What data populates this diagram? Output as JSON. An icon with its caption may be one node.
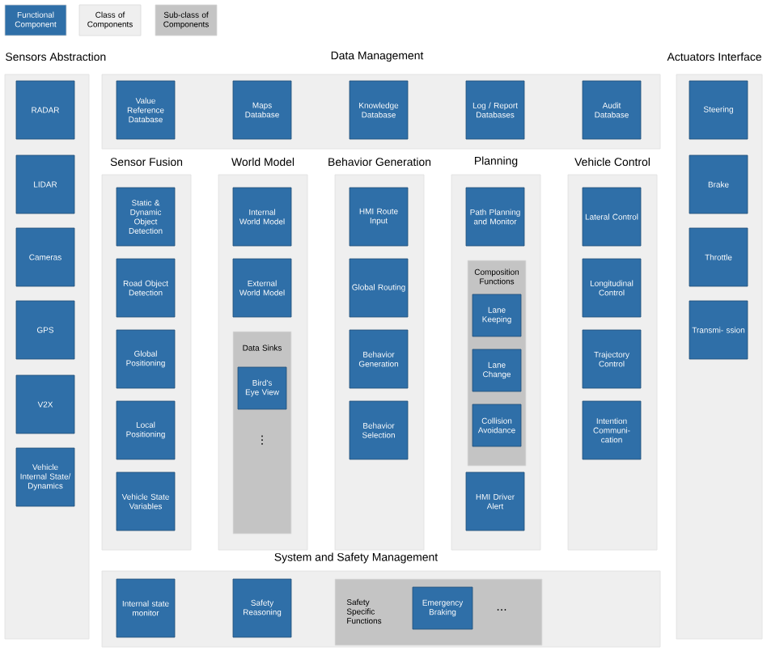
{
  "diagram": {
    "nodes": [
      {
        "text": [
          "Sensors Abstraction"
        ]
      },
      {
        "text": [
          "RADAR"
        ],
        "in": 0
      },
      {
        "text": [
          "LIDAR"
        ],
        "in": 0
      },
      {
        "text": [
          "Cameras"
        ],
        "in": 0
      },
      {
        "text": [
          "GPS"
        ],
        "in": 0
      },
      {
        "text": [
          "V2X"
        ],
        "in": 0
      },
      {
        "text": [
          "Vehicle Internal State/ Dynamics"
        ],
        "in": 0
      },
      {
        "text": [
          "Data Management"
        ]
      },
      {
        "text": [
          "Value Reference Database"
        ],
        "in": 7
      },
      {
        "text": [
          "Maps Database"
        ],
        "in": 7
      },
      {
        "text": [
          "Knowledge Database"
        ],
        "in": 7
      },
      {
        "text": [
          "Log / Report Databases"
        ],
        "in": 7
      },
      {
        "text": [
          "Audit Database"
        ],
        "in": 7
      },
      {
        "text": [
          "Sensor Fusion"
        ]
      },
      {
        "text": [
          "Static & Dynamic Object Detection"
        ],
        "in": 13
      },
      {
        "text": [
          "Road Object Detection"
        ],
        "in": 13
      },
      {
        "text": [
          "Global Positioning"
        ],
        "in": 13
      },
      {
        "text": [
          "Local Positioning"
        ],
        "in": 13
      },
      {
        "text": [
          "Vehicle State Variables"
        ],
        "in": 13
      },
      {
        "text": [
          "World Model"
        ]
      },
      {
        "text": [
          "Internal World Model"
        ],
        "in": 19
      },
      {
        "text": [
          "External World Model"
        ],
        "in": 19
      },
      {
        "text": [
          "Data Sinks"
        ],
        "in": 19
      },
      {
        "text": [
          "Bird's Eye View"
        ],
        "in": 22
      },
      {
        "text": [
          "Behavior Generation"
        ]
      },
      {
        "text": [
          "HMI Route Input"
        ],
        "in": 24
      },
      {
        "text": [
          "Global Routing"
        ],
        "in": 24
      },
      {
        "text": [
          "Behavior Generation"
        ],
        "in": 24
      },
      {
        "text": [
          "Behavior Selection"
        ],
        "in": 24
      },
      {
        "text": [
          "Planning"
        ]
      },
      {
        "text": [
          "Path Planning and Monitor"
        ],
        "in": 29
      },
      {
        "text": [
          "Composition Functions"
        ],
        "in": 29
      },
      {
        "text": [
          "Lane Keeping"
        ],
        "in": 31
      },
      {
        "text": [
          "Lane Change"
        ],
        "in": 31
      },
      {
        "text": [
          "Collision Avoidance"
        ],
        "in": 31
      },
      {
        "text": [
          "HMI Driver Alert"
        ],
        "in": 29
      },
      {
        "text": [
          "Vehicle Control"
        ]
      },
      {
        "text": [
          "Lateral Control"
        ],
        "in": 36
      },
      {
        "text": [
          "Longitudinal Control"
        ],
        "in": 36
      },
      {
        "text": [
          "Trajectory Control"
        ],
        "in": 36
      },
      {
        "text": [
          "Intention Communi- cation"
        ],
        "in": 36
      },
      {
        "text": [
          "Actuators Interface"
        ]
      },
      {
        "text": [
          "Steering"
        ],
        "in": 41
      },
      {
        "text": [
          "Brake"
        ],
        "in": 41
      },
      {
        "text": [
          "Throttle"
        ],
        "in": 41
      },
      {
        "text": [
          "Transmi- ssion"
        ],
        "in": 41
      },
      {
        "text": [
          "System and Safety Management"
        ]
      },
      {
        "text": [
          "Internal state monitor"
        ],
        "in": 46
      },
      {
        "text": [
          "Safety Reasoning"
        ],
        "in": 46
      },
      {
        "text": [
          "Safety Specific Functions"
        ],
        "in": 46
      },
      {
        "text": [
          "Emergency Braking"
        ],
        "in": 49
      }
    ],
    "labels": [
      "⋮",
      "..."
    ],
    "legend": [
      {
        "text": "Functional Component",
        "color": "#2f6fa8"
      },
      {
        "text": "Class of Components",
        "color": "#efefef"
      },
      {
        "text": "Sub-class of Components",
        "color": "#c4c4c4"
      }
    ]
  }
}
